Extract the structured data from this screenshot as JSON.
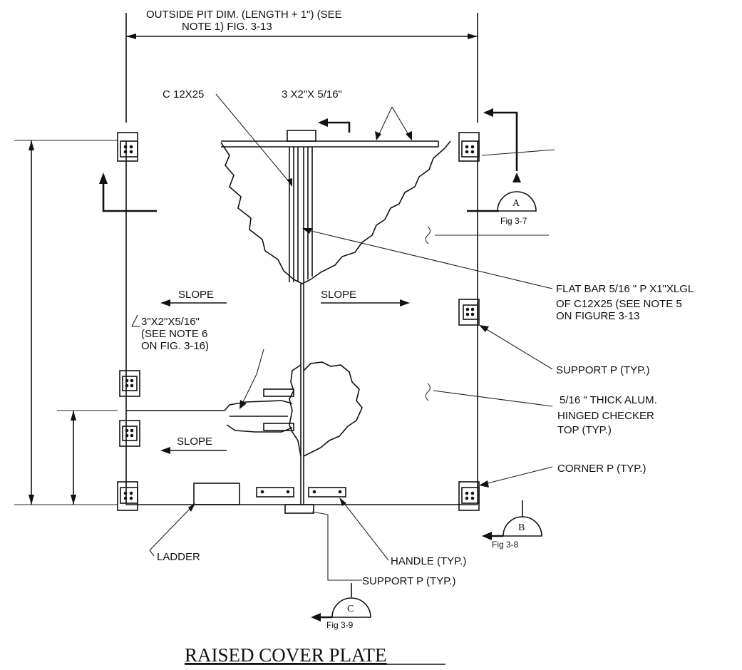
{
  "dimension_top": [
    "OUTSIDE PIT DIM. (LENGTH + 1\") (SEE",
    "NOTE 1) FIG. 3-13"
  ],
  "labels": {
    "channel": "C 12X25",
    "angle_top": "3 X2\"X 5/16\"",
    "slope_left_top": "SLOPE",
    "slope_center": "SLOPE",
    "slope_left_bottom": "SLOPE",
    "angle_left": [
      "3\"X2\"X5/16\"",
      "(SEE NOTE 6",
      "ON FIG. 3-16)"
    ],
    "flat_bar": [
      "FLAT BAR  5/16 \" P X1\"XLGL",
      "OF C12X25 (SEE NOTE 5",
      "ON FIGURE 3-13"
    ],
    "support_right": "SUPPORT P (TYP.)",
    "checker_top": [
      "5/16 \" THICK ALUM.",
      "HINGED CHECKER",
      "TOP (TYP.)"
    ],
    "corner": "CORNER P (TYP.)",
    "ladder": "LADDER",
    "handle": "HANDLE (TYP.)",
    "support_bottom": "SUPPORT P (TYP.)"
  },
  "sections": [
    {
      "letter": "A",
      "fig": "Fig 3-7"
    },
    {
      "letter": "B",
      "fig": "Fig 3-8"
    },
    {
      "letter": "C",
      "fig": "Fig 3-9"
    }
  ],
  "title": "RAISED COVER PLATE"
}
